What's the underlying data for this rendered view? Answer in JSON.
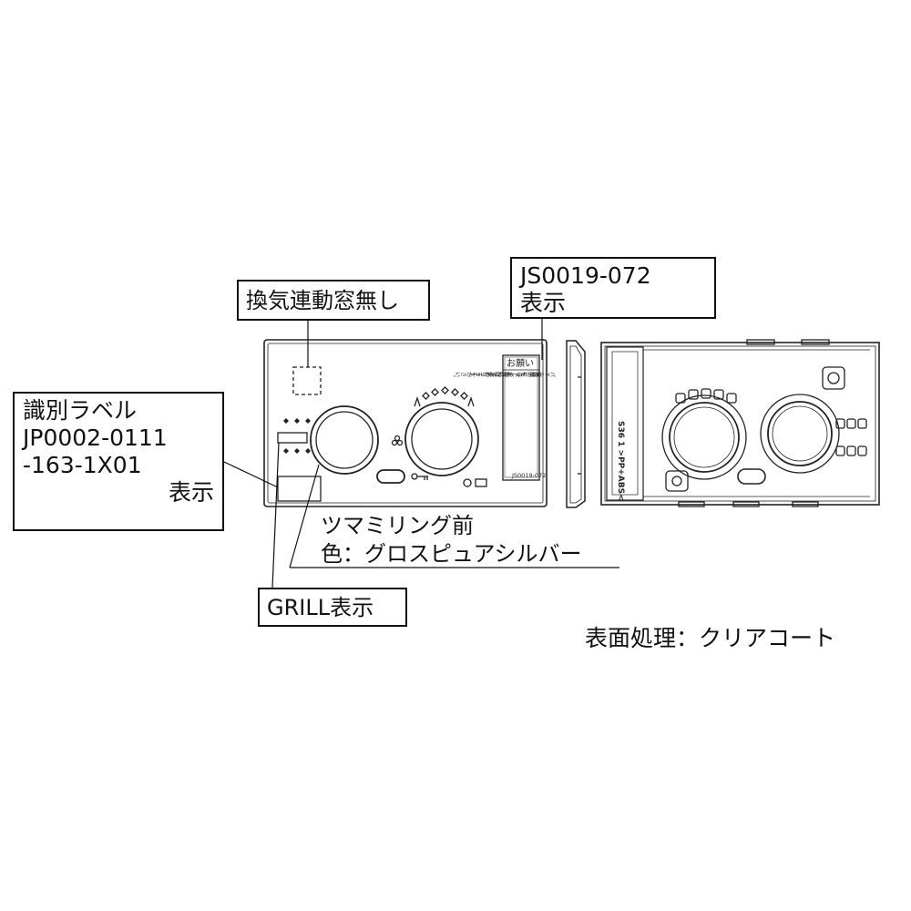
{
  "callouts": {
    "vent": {
      "text": "換気連動窓無し"
    },
    "js_label": {
      "code": "JS0019-072",
      "suffix": "表示"
    },
    "id_label": {
      "title": "識別ラベル",
      "code_line1": "JP0002-0111",
      "code_line2": "-163-1X01",
      "suffix": "表示"
    },
    "grill": {
      "text": "GRILL表示"
    }
  },
  "notes": {
    "knob_ring_line1": "ツマミリング前",
    "knob_ring_line2": "色：グロスピュアシルバー",
    "surface": "表面処理：クリアコート"
  },
  "panel_markings": {
    "sticker_heading": "お願い",
    "sticker_body": [
      "パネル表面には、キズ防止の",
      "保護シートが張ってあります。",
      "セット前にはがしてください。"
    ],
    "sticker_code": "JS0019-072",
    "side_mark": "S36 1 >PP+ABS<"
  }
}
